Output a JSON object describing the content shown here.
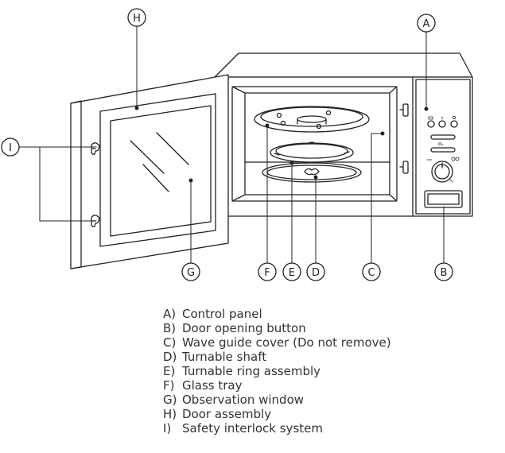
{
  "callouts": {
    "A": "A",
    "B": "B",
    "C": "C",
    "D": "D",
    "E": "E",
    "F": "F",
    "G": "G",
    "H": "H",
    "I": "I"
  },
  "legend": [
    {
      "key": "A)",
      "label": "Control panel"
    },
    {
      "key": "B)",
      "label": "Door opening button"
    },
    {
      "key": "C)",
      "label": "Wave guide cover (Do not remove)"
    },
    {
      "key": "D)",
      "label": "Turnable shaft"
    },
    {
      "key": "E)",
      "label": "Turnable ring assembly"
    },
    {
      "key": "F)",
      "label": "Glass tray"
    },
    {
      "key": "G)",
      "label": "Observation window"
    },
    {
      "key": "H)",
      "label": "Door assembly"
    },
    {
      "key": "I)",
      "label": "Safety interlock system"
    }
  ]
}
